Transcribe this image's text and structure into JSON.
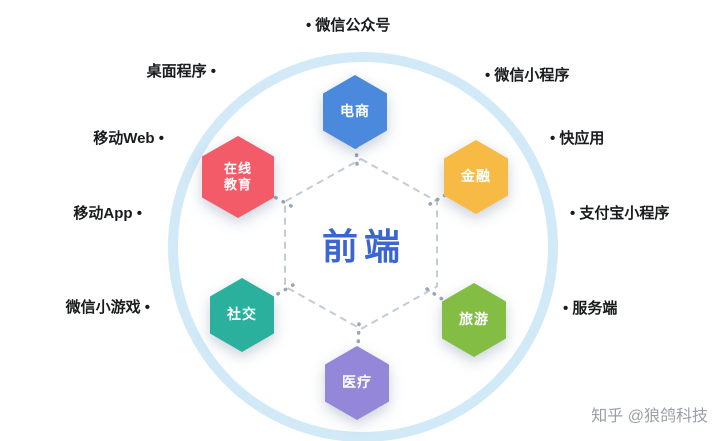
{
  "diagram": {
    "center_label": "前端",
    "center_label_color": "#3a66d1",
    "ring_color": "#d2e9f7",
    "nodes": [
      {
        "label": "电商",
        "color": "#4a89dc",
        "position": "top"
      },
      {
        "label": "金融",
        "color": "#f6ba45",
        "position": "top-right"
      },
      {
        "label": "旅游",
        "color": "#84bd44",
        "position": "bottom-right"
      },
      {
        "label": "医疗",
        "color": "#9486d8",
        "position": "bottom"
      },
      {
        "label": "社交",
        "color": "#2ab09d",
        "position": "bottom-left"
      },
      {
        "label": "在线教育",
        "color": "#f25b67",
        "position": "top-left"
      }
    ],
    "outer_labels": [
      {
        "text": "• 微信公众号",
        "position": "top"
      },
      {
        "text": "• 微信小程序",
        "position": "top-right"
      },
      {
        "text": "• 快应用",
        "position": "right-upper"
      },
      {
        "text": "• 支付宝小程序",
        "position": "right-lower"
      },
      {
        "text": "• 服务端",
        "position": "bottom-right"
      },
      {
        "text": "桌面程序 •",
        "position": "top-left"
      },
      {
        "text": "移动Web •",
        "position": "left-upper"
      },
      {
        "text": "移动App •",
        "position": "left-lower"
      },
      {
        "text": "微信小游戏 •",
        "position": "bottom-left"
      }
    ]
  },
  "watermark": "知乎 @狼鸽科技"
}
